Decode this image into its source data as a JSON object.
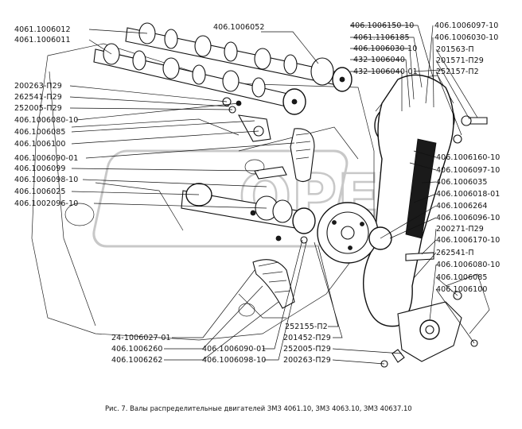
{
  "caption": "Рис. 7. Валы распределительные двигателей ЗМЗ 4061.10, ЗМЗ 4063.10, ЗМЗ 40637.10",
  "watermark": "OPEX",
  "callouts": {
    "left": [
      "4061.1006012",
      "4061.1006011",
      "200263-П29",
      "262541-П29",
      "252005-П29",
      "406.1006080-10",
      "406.1006085",
      "406.1006100",
      "406.1006090-01",
      "406.1006099",
      "406.1006098-10",
      "406.1006025",
      "406.1002096-10"
    ],
    "top": [
      "406.1006052"
    ],
    "right_top": [
      "406.1006150-10",
      "4061.1106185",
      "406.1006030-10",
      "432-1006040",
      "432-1006040-01",
      "406.1006097-10",
      "406.1006030-10",
      "201563-П",
      "201571-П29",
      "252157-П2"
    ],
    "right": [
      "406.1006160-10",
      "406.1006097-10",
      "406.1006035",
      "406.1006018-01",
      "406.1006264",
      "406.1006096-10",
      "200271-П29",
      "406.1006170-10",
      "262541-П",
      "406.1006080-10",
      "406.1006085",
      "406.1006100"
    ],
    "bottom_left": [
      "24-1006027-01",
      "406.1006260",
      "406.1006262"
    ],
    "bottom_mid": [
      "406.1006090-01",
      "406.1006098-10"
    ],
    "bottom_right": [
      "252155-П2",
      "201452-П29",
      "252005-П29",
      "200263-П29"
    ]
  }
}
